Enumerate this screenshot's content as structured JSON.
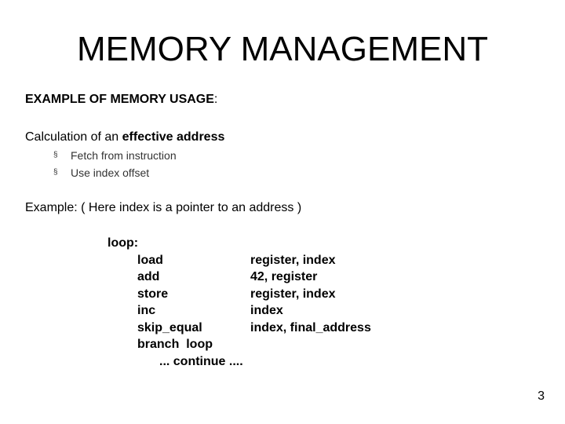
{
  "slide": {
    "title": "MEMORY MANAGEMENT",
    "heading_bold": "EXAMPLE OF MEMORY USAGE",
    "heading_colon": ":",
    "calc_prefix": "Calculation of an ",
    "calc_bold": "effective address",
    "bullets": [
      "Fetch from instruction",
      "Use index offset"
    ],
    "bullet_glyph": "§",
    "example_text": "Example: ( Here index is a pointer to an address )",
    "code": {
      "label": "loop:",
      "lines": [
        {
          "op": "load",
          "arg": "register, index"
        },
        {
          "op": "add",
          "arg": "42, register"
        },
        {
          "op": "store",
          "arg": "register, index"
        },
        {
          "op": "inc",
          "arg": "index"
        },
        {
          "op": "skip_equal",
          "arg": "index, final_address"
        },
        {
          "op": "branch  loop",
          "arg": ""
        }
      ],
      "continue": "... continue ...."
    },
    "page_number": "3"
  }
}
